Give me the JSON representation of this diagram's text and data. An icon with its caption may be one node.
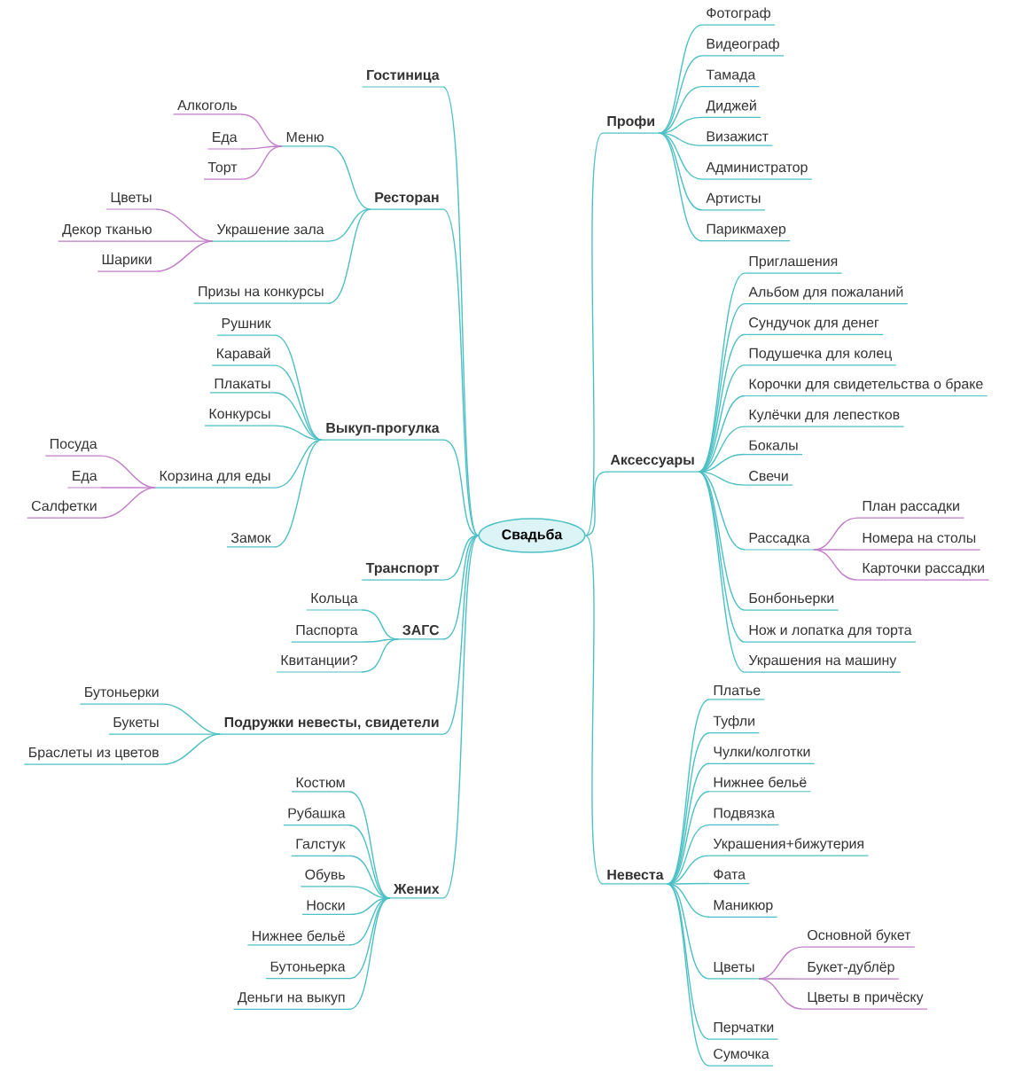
{
  "diagram": {
    "nodes": [
      {
        "text": [
          "Свадьба"
        ]
      },
      {
        "text": [
          "Гостиница"
        ]
      },
      {
        "text": [
          "Ресторан"
        ]
      },
      {
        "text": [
          "Меню"
        ]
      },
      {
        "text": [
          "Алкоголь"
        ]
      },
      {
        "text": [
          "Еда"
        ]
      },
      {
        "text": [
          "Торт"
        ]
      },
      {
        "text": [
          "Украшение зала"
        ]
      },
      {
        "text": [
          "Цветы"
        ]
      },
      {
        "text": [
          "Декор тканью"
        ]
      },
      {
        "text": [
          "Шарики"
        ]
      },
      {
        "text": [
          "Призы на конкурсы"
        ]
      },
      {
        "text": [
          "Выкуп-прогулка"
        ]
      },
      {
        "text": [
          "Рушник"
        ]
      },
      {
        "text": [
          "Каравай"
        ]
      },
      {
        "text": [
          "Плакаты"
        ]
      },
      {
        "text": [
          "Конкурсы"
        ]
      },
      {
        "text": [
          "Корзина для еды"
        ]
      },
      {
        "text": [
          "Посуда"
        ]
      },
      {
        "text": [
          "Еда"
        ]
      },
      {
        "text": [
          "Салфетки"
        ]
      },
      {
        "text": [
          "Замок"
        ]
      },
      {
        "text": [
          "Транспорт"
        ]
      },
      {
        "text": [
          "ЗАГС"
        ]
      },
      {
        "text": [
          "Кольца"
        ]
      },
      {
        "text": [
          "Паспорта"
        ]
      },
      {
        "text": [
          "Квитанции?"
        ]
      },
      {
        "text": [
          "Подружки невесты, свидетели"
        ]
      },
      {
        "text": [
          "Бутоньерки"
        ]
      },
      {
        "text": [
          "Букеты"
        ]
      },
      {
        "text": [
          "Браслеты из цветов"
        ]
      },
      {
        "text": [
          "Жених"
        ]
      },
      {
        "text": [
          "Костюм"
        ]
      },
      {
        "text": [
          "Рубашка"
        ]
      },
      {
        "text": [
          "Галстук"
        ]
      },
      {
        "text": [
          "Обувь"
        ]
      },
      {
        "text": [
          "Носки"
        ]
      },
      {
        "text": [
          "Нижнее бельё"
        ]
      },
      {
        "text": [
          "Бутоньерка"
        ]
      },
      {
        "text": [
          "Деньги на выкуп"
        ]
      },
      {
        "text": [
          "Профи"
        ]
      },
      {
        "text": [
          "Фотограф"
        ]
      },
      {
        "text": [
          "Видеограф"
        ]
      },
      {
        "text": [
          "Тамада"
        ]
      },
      {
        "text": [
          "Диджей"
        ]
      },
      {
        "text": [
          "Визажист"
        ]
      },
      {
        "text": [
          "Администратор"
        ]
      },
      {
        "text": [
          "Артисты"
        ]
      },
      {
        "text": [
          "Парикмахер"
        ]
      },
      {
        "text": [
          "Аксессуары"
        ]
      },
      {
        "text": [
          "Приглашения"
        ]
      },
      {
        "text": [
          "Альбом для пожаланий"
        ]
      },
      {
        "text": [
          "Сундучок для денег"
        ]
      },
      {
        "text": [
          "Подушечка для колец"
        ]
      },
      {
        "text": [
          "Корочки для свидетельства о браке"
        ]
      },
      {
        "text": [
          "Кулёчки для лепестков"
        ]
      },
      {
        "text": [
          "Бокалы"
        ]
      },
      {
        "text": [
          "Свечи"
        ]
      },
      {
        "text": [
          "Рассадка"
        ]
      },
      {
        "text": [
          "План рассадки"
        ]
      },
      {
        "text": [
          "Номера на столы"
        ]
      },
      {
        "text": [
          "Карточки рассадки"
        ]
      },
      {
        "text": [
          "Бонбоньерки"
        ]
      },
      {
        "text": [
          "Нож и лопатка для торта"
        ]
      },
      {
        "text": [
          "Украшения на машину"
        ]
      },
      {
        "text": [
          "Невеста"
        ]
      },
      {
        "text": [
          "Платье"
        ]
      },
      {
        "text": [
          "Туфли"
        ]
      },
      {
        "text": [
          "Чулки/колготки"
        ]
      },
      {
        "text": [
          "Нижнее бельё"
        ]
      },
      {
        "text": [
          "Подвязка"
        ]
      },
      {
        "text": [
          "Украшения+бижутерия"
        ]
      },
      {
        "text": [
          "Фата"
        ]
      },
      {
        "text": [
          "Маникюр"
        ]
      },
      {
        "text": [
          "Цветы"
        ]
      },
      {
        "text": [
          "Основной букет"
        ]
      },
      {
        "text": [
          "Букет-дублёр"
        ]
      },
      {
        "text": [
          "Цветы в причёску"
        ]
      },
      {
        "text": [
          "Перчатки"
        ]
      },
      {
        "text": [
          "Сумочка"
        ]
      }
    ],
    "edges": [
      {
        "from": 0,
        "to": 1,
        "arrow": "none"
      },
      {
        "from": 0,
        "to": 2,
        "arrow": "none"
      },
      {
        "from": 2,
        "to": 3,
        "arrow": "none"
      },
      {
        "from": 3,
        "to": 4,
        "arrow": "none",
        "color": "#c07cc8"
      },
      {
        "from": 3,
        "to": 5,
        "arrow": "none",
        "color": "#c07cc8"
      },
      {
        "from": 3,
        "to": 6,
        "arrow": "none",
        "color": "#c07cc8"
      },
      {
        "from": 2,
        "to": 7,
        "arrow": "none"
      },
      {
        "from": 7,
        "to": 8,
        "arrow": "none",
        "color": "#c07cc8"
      },
      {
        "from": 7,
        "to": 9,
        "arrow": "none",
        "color": "#c07cc8"
      },
      {
        "from": 7,
        "to": 10,
        "arrow": "none",
        "color": "#c07cc8"
      },
      {
        "from": 2,
        "to": 11,
        "arrow": "none"
      },
      {
        "from": 0,
        "to": 12,
        "arrow": "none"
      },
      {
        "from": 12,
        "to": 13,
        "arrow": "none"
      },
      {
        "from": 12,
        "to": 14,
        "arrow": "none"
      },
      {
        "from": 12,
        "to": 15,
        "arrow": "none"
      },
      {
        "from": 12,
        "to": 16,
        "arrow": "none"
      },
      {
        "from": 12,
        "to": 17,
        "arrow": "none"
      },
      {
        "from": 17,
        "to": 18,
        "arrow": "none",
        "color": "#c07cc8"
      },
      {
        "from": 17,
        "to": 19,
        "arrow": "none",
        "color": "#c07cc8"
      },
      {
        "from": 17,
        "to": 20,
        "arrow": "none",
        "color": "#c07cc8"
      },
      {
        "from": 12,
        "to": 21,
        "arrow": "none"
      },
      {
        "from": 0,
        "to": 22,
        "arrow": "none"
      },
      {
        "from": 0,
        "to": 23,
        "arrow": "none"
      },
      {
        "from": 23,
        "to": 24,
        "arrow": "none"
      },
      {
        "from": 23,
        "to": 25,
        "arrow": "none"
      },
      {
        "from": 23,
        "to": 26,
        "arrow": "none"
      },
      {
        "from": 0,
        "to": 27,
        "arrow": "none"
      },
      {
        "from": 27,
        "to": 28,
        "arrow": "none"
      },
      {
        "from": 27,
        "to": 29,
        "arrow": "none"
      },
      {
        "from": 27,
        "to": 30,
        "arrow": "none"
      },
      {
        "from": 0,
        "to": 31,
        "arrow": "none"
      },
      {
        "from": 31,
        "to": 32,
        "arrow": "none"
      },
      {
        "from": 31,
        "to": 33,
        "arrow": "none"
      },
      {
        "from": 31,
        "to": 34,
        "arrow": "none"
      },
      {
        "from": 31,
        "to": 35,
        "arrow": "none"
      },
      {
        "from": 31,
        "to": 36,
        "arrow": "none"
      },
      {
        "from": 31,
        "to": 37,
        "arrow": "none"
      },
      {
        "from": 31,
        "to": 38,
        "arrow": "none"
      },
      {
        "from": 31,
        "to": 39,
        "arrow": "none"
      },
      {
        "from": 0,
        "to": 40,
        "arrow": "none"
      },
      {
        "from": 40,
        "to": 41,
        "arrow": "none"
      },
      {
        "from": 40,
        "to": 42,
        "arrow": "none"
      },
      {
        "from": 40,
        "to": 43,
        "arrow": "none"
      },
      {
        "from": 40,
        "to": 44,
        "arrow": "none"
      },
      {
        "from": 40,
        "to": 45,
        "arrow": "none"
      },
      {
        "from": 40,
        "to": 46,
        "arrow": "none"
      },
      {
        "from": 40,
        "to": 47,
        "arrow": "none"
      },
      {
        "from": 40,
        "to": 48,
        "arrow": "none"
      },
      {
        "from": 0,
        "to": 49,
        "arrow": "none"
      },
      {
        "from": 49,
        "to": 50,
        "arrow": "none"
      },
      {
        "from": 49,
        "to": 51,
        "arrow": "none"
      },
      {
        "from": 49,
        "to": 52,
        "arrow": "none"
      },
      {
        "from": 49,
        "to": 53,
        "arrow": "none"
      },
      {
        "from": 49,
        "to": 54,
        "arrow": "none"
      },
      {
        "from": 49,
        "to": 55,
        "arrow": "none"
      },
      {
        "from": 49,
        "to": 56,
        "arrow": "none"
      },
      {
        "from": 49,
        "to": 57,
        "arrow": "none"
      },
      {
        "from": 49,
        "to": 58,
        "arrow": "none"
      },
      {
        "from": 58,
        "to": 59,
        "arrow": "none",
        "color": "#c07cc8"
      },
      {
        "from": 58,
        "to": 60,
        "arrow": "none",
        "color": "#c07cc8"
      },
      {
        "from": 58,
        "to": 61,
        "arrow": "none",
        "color": "#c07cc8"
      },
      {
        "from": 49,
        "to": 62,
        "arrow": "none"
      },
      {
        "from": 49,
        "to": 63,
        "arrow": "none"
      },
      {
        "from": 49,
        "to": 64,
        "arrow": "none"
      },
      {
        "from": 0,
        "to": 65,
        "arrow": "none"
      },
      {
        "from": 65,
        "to": 66,
        "arrow": "none"
      },
      {
        "from": 65,
        "to": 67,
        "arrow": "none"
      },
      {
        "from": 65,
        "to": 68,
        "arrow": "none"
      },
      {
        "from": 65,
        "to": 69,
        "arrow": "none"
      },
      {
        "from": 65,
        "to": 70,
        "arrow": "none"
      },
      {
        "from": 65,
        "to": 71,
        "arrow": "none"
      },
      {
        "from": 65,
        "to": 72,
        "arrow": "none"
      },
      {
        "from": 65,
        "to": 73,
        "arrow": "none"
      },
      {
        "from": 65,
        "to": 74,
        "arrow": "none"
      },
      {
        "from": 74,
        "to": 75,
        "arrow": "none",
        "color": "#c07cc8"
      },
      {
        "from": 74,
        "to": 76,
        "arrow": "none",
        "color": "#c07cc8"
      },
      {
        "from": 74,
        "to": 77,
        "arrow": "none",
        "color": "#c07cc8"
      },
      {
        "from": 65,
        "to": 78,
        "arrow": "none"
      },
      {
        "from": 65,
        "to": 79,
        "arrow": "none"
      }
    ]
  }
}
